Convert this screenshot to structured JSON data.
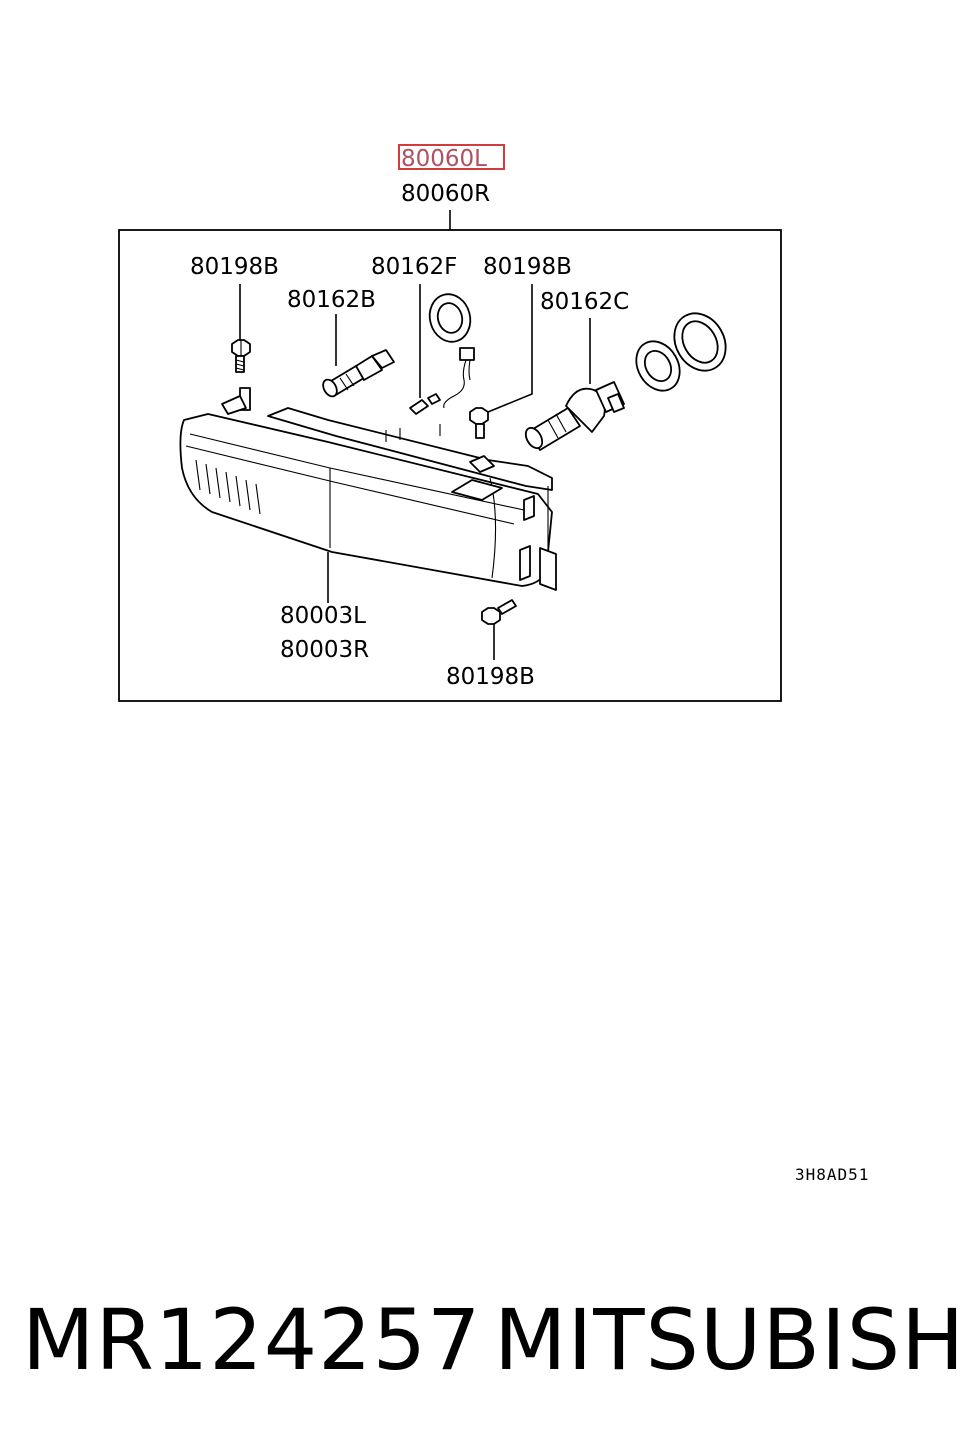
{
  "diagram": {
    "assembly_labels": [
      "80060L",
      "80060R"
    ],
    "highlighted_label": "80060L",
    "labels": {
      "screw_top_left": "80198B",
      "bulb_low": "80162B",
      "socket_wire": "80162F",
      "screw_top_right": "80198B",
      "bulb_main": "80162C",
      "housing_l": "80003L",
      "housing_r": "80003R",
      "screw_bottom": "80198B"
    },
    "diagram_code": "3H8AD51",
    "highlight_color": "#d23c3c"
  },
  "footer": {
    "part_number": "MR124257",
    "brand": "MITSUBISHI"
  }
}
